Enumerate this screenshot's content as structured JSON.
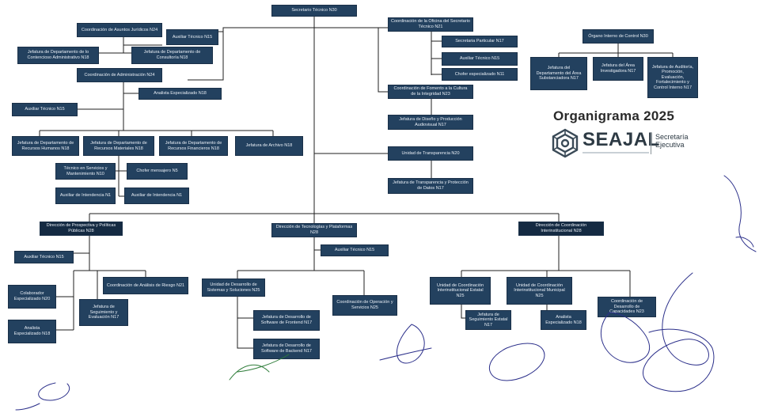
{
  "title": "Organigrama 2025",
  "logo": {
    "name": "SEAJAL",
    "tagline": [
      "Secretaría",
      "Ejecutiva"
    ],
    "colors": {
      "mark": "#3a4a57",
      "text": "#2d3a44"
    }
  },
  "colors": {
    "box": "#23415f",
    "box_text": "#e8eef5",
    "line": "#1f1f1f",
    "signature": "#2b2f8a",
    "signature_green": "#2f7d3a"
  },
  "boxes": {
    "secretario": "Secretario Técnico N30",
    "coord_asuntos": "Coordinación de Asuntos Jurídicos N24",
    "aux_tecnico_asuntos": "Auxiliar Técnico N15",
    "jef_contencioso": "Jefatura de Departamento de lo Contencioso Administrativo N18",
    "jef_consultoria": "Jefatura de Departamento de Consultoría N18",
    "coord_administracion": "Coordinación de Administración N24",
    "analista_admin": "Analista Especializado N18",
    "aux_tecnico_admin": "Auxiliar Técnico N15",
    "jef_rh": "Jefatura de Departamento de Recursos Humanos N18",
    "jef_rm": "Jefatura de Departamento de Recursos Materiales N18",
    "jef_rf": "Jefatura de Departamento de Recursos Financieros N18",
    "jef_archivo": "Jefatura de Archivo N18",
    "tecnico_servicios": "Técnico en Servicios y Mantenimiento N10",
    "chofer_mensajero": "Chofer mensajero N5",
    "aux_intendencia_1": "Auxiliar de Intendencia N1",
    "aux_intendencia_2": "Auxiliar de Intendencia N1",
    "coord_oficina": "Coordinación de la Oficina del Secretario Técnico N21",
    "secretaria_particular": "Secretaria Particular N17",
    "aux_tecnico_oficina": "Auxiliar Técnico N15",
    "chofer_especializado": "Chofer especializado N11",
    "coord_fomento": "Coordinación de Fomento a la Cultura de la Integridad N23",
    "jef_diseno": "Jefatura de Diseño y Producción Audiovisual N17",
    "unidad_transparencia": "Unidad de Transparencia N20",
    "jef_transparencia": "Jefatura de Transparencia y Protección de Datos N17",
    "organo_control": "Órgano Interno de Control N30",
    "jef_substanciadora": "Jefatura del Departamento del Área Substanciadora N17",
    "jef_investigadora": "Jefatura del Área Investigadora N17",
    "jef_auditoria": "Jefatura de Auditoría, Promoción, Evaluación, Fortalecimiento y Control Interno N17",
    "dir_prospectiva": "Dirección de Prospectiva y Políticas Públicas N28",
    "aux_tecnico_prospectiva": "Auxiliar Técnico N15",
    "colaborador": "Colaborador Especializado N20",
    "analista_prospectiva": "Analista Especializado N18",
    "jef_seguimiento_eval": "Jefatura de Seguimiento y Evaluación N17",
    "coord_analisis_riesgo": "Coordinación de Análisis de Riesgo N21",
    "dir_tecnologias": "Dirección de Tecnologías y Plataformas N28",
    "aux_tecnico_tecnologias": "Auxiliar Técnico N15",
    "unidad_desarrollo": "Unidad de Desarrollo de Sistemas y Soluciones N25",
    "jef_frontend": "Jefatura de Desarrollo de Software de Frontend N17",
    "jef_backend": "Jefatura de Desarrollo de Software de Backend N17",
    "coord_operacion": "Coordinación de Operación y Servicios N25",
    "dir_coordinacion": "Dirección de Coordinación Interinstitucional N28",
    "unidad_estatal": "Unidad de Coordinación Interinstitucional Estatal N25",
    "jef_seguimiento_estatal": "Jefatura de Seguimiento Estatal N17",
    "unidad_municipal": "Unidad de Coordinación Interinstitucional Municipal N25",
    "analista_coordinacion": "Analista Especializado N18",
    "coord_capacidades": "Coordinación de Desarrollo de Capacidades N23"
  }
}
